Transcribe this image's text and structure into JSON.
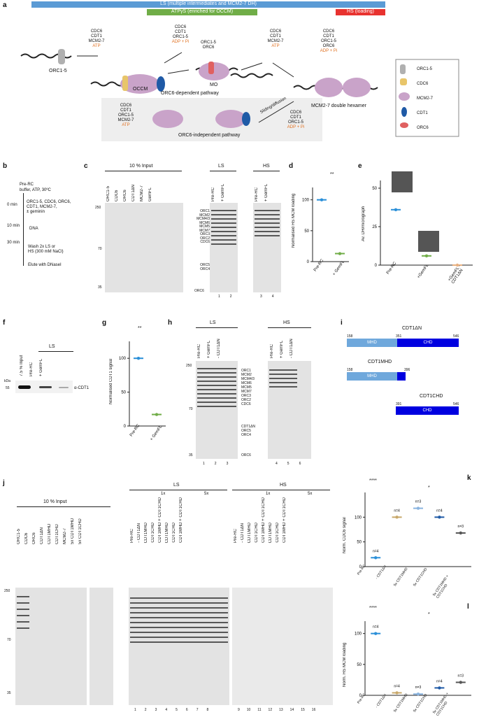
{
  "panel_a": {
    "letter": "a",
    "ls_bar": "LS (multiple intermediates and MCM2-7 DH)",
    "atp_bar": "ATPγS (enriched for OCCM)",
    "hs_bar": "HS (loading)",
    "orc": "ORC1-5",
    "step1": [
      "CDC6",
      "CDT1",
      "MCM2-7"
    ],
    "step1_nuc": "ATP",
    "occm": "OCCM",
    "step2": [
      "CDC6",
      "CDT1",
      "ORC1-5"
    ],
    "step2_nuc": "ADP + Pi",
    "step3": [
      "ORC1-5",
      "ORC6"
    ],
    "mo": "MO",
    "step4": [
      "CDC6",
      "CDT1",
      "MCM2-7"
    ],
    "step4_nuc": "ATP",
    "step5": [
      "CDC6",
      "CDT1",
      "ORC1-5",
      "ORC6"
    ],
    "step5_nuc": "ADP + Pi",
    "orc6_dep": "ORC6-dependent pathway",
    "orc6_indep": "ORC6-independent pathway",
    "indep_in": [
      "CDC6",
      "CDT1",
      "ORC1-5",
      "MCM2-7"
    ],
    "indep_in_nuc": "ATP",
    "slide": "Sliding/diffusion",
    "indep_out": [
      "CDC6",
      "CDT1",
      "ORC1-5"
    ],
    "indep_out_nuc": "ADP + Pi",
    "dh": "MCM2-7 double hexamer",
    "legend": [
      "ORC1-5",
      "CDC6",
      "MCM2-7",
      "CDT1",
      "ORC6"
    ],
    "colors": {
      "ls": "#5b9bd5",
      "atp": "#70ad47",
      "hs": "#e8322f",
      "orc": "#b0b0b0",
      "cdc6": "#e8c56a",
      "mcm": "#c9a3c9",
      "cdt1": "#1f5aa6",
      "orc6": "#e06060"
    }
  },
  "panel_b": {
    "letter": "b",
    "lines": [
      "Pre-RC",
      "buffer, ATP, 30ºC",
      "0 min",
      "ORC1-5, CDC6, ORC6,",
      "CDT1, MCM2-7,",
      "± geminin",
      "10 min",
      "DNA",
      "30 min",
      "Wash 2x LS or",
      "HS (300 mM NaCl)",
      "Elute with DNaseI"
    ]
  },
  "panel_c": {
    "letter": "c",
    "input": "10 % Input",
    "ls": "LS",
    "hs": "HS",
    "lanes_input": [
      "ORC1-5",
      "CDC6",
      "ORC6",
      "CDT1ΔN",
      "MCM2-7",
      "GemFL"
    ],
    "lanes_ls": [
      "Pre-RC",
      "+ GemFL"
    ],
    "lanes_hs": [
      "Pre-RC",
      "+ GemFL"
    ],
    "kda": [
      "250",
      "70",
      "35"
    ],
    "bands": [
      "ORC1",
      "MCM2",
      "MCM4/3",
      "MCM6",
      "MCM5",
      "MCM7",
      "ORC3",
      "ORC2",
      "CDC6",
      "ORC5",
      "ORC4",
      "ORC6"
    ],
    "lane_nums": [
      "1",
      "2",
      "3",
      "4"
    ]
  },
  "panel_d": {
    "letter": "d",
    "ylabel": "Normalised HS MCM loading",
    "sig": "**",
    "chart_data": {
      "type": "scatter",
      "categories": [
        "Pre-RC",
        "+ GemFL"
      ],
      "means": [
        100,
        13
      ],
      "ylim": [
        0,
        120
      ],
      "yticks": [
        "0",
        "50",
        "100"
      ]
    }
  },
  "panel_e": {
    "letter": "e",
    "ylabel": "Av. DH/micrograph",
    "chart_data": {
      "type": "scatter",
      "categories": [
        "Pre-RC",
        "+GemFL",
        "+GemFL -CDT1ΔN"
      ],
      "means": [
        36,
        6,
        0
      ],
      "ylim": [
        0,
        55
      ],
      "yticks": [
        "0",
        "25",
        "50"
      ]
    }
  },
  "panel_f": {
    "letter": "f",
    "lanes": [
      "7.5 % Input",
      "Pre-RC",
      "+ GemFL"
    ],
    "ls": "LS",
    "kda": "kDa",
    "kda55": "55",
    "blot": "α-CDT1"
  },
  "panel_g": {
    "letter": "g",
    "ylabel": "Normalised CDT1 signal",
    "sig": "**",
    "chart_data": {
      "type": "scatter",
      "categories": [
        "Pre-RC",
        "+ GemFL"
      ],
      "means": [
        100,
        17
      ],
      "ylim": [
        0,
        125
      ],
      "yticks": [
        "0",
        "50",
        "100"
      ]
    }
  },
  "panel_h": {
    "letter": "h",
    "ls": "LS",
    "hs": "HS",
    "lanes": [
      "Pre-RC",
      "+ GemFL",
      "- CDT1ΔN"
    ],
    "kda": [
      "250",
      "70",
      "35"
    ],
    "bands": [
      "ORC1",
      "MCM2",
      "MCM4/3",
      "MCM6",
      "MCM5",
      "MCM7",
      "ORC3",
      "ORC2",
      "CDC6",
      "CDT1ΔN",
      "ORC5",
      "ORC4",
      "ORC6"
    ],
    "lane_nums": [
      "1",
      "2",
      "3",
      "4",
      "5",
      "6"
    ]
  },
  "panel_i": {
    "letter": "i",
    "constructs": [
      {
        "name": "CDT1ΔN",
        "start": "158",
        "mid": "351",
        "end": "546",
        "d1": "MHD",
        "d2": "CHD"
      },
      {
        "name": "CDT1MHD",
        "start": "158",
        "end": "396",
        "d1": "MHD"
      },
      {
        "name": "CDT1CHD",
        "start": "391",
        "end": "546",
        "d2": "CHD"
      }
    ]
  },
  "panel_j": {
    "letter": "j",
    "input": "10 % Input",
    "ls": "LS",
    "hs": "HS",
    "x1": "1x",
    "x5": "5x",
    "lanes_input": [
      "ORC1-5",
      "CDC6",
      "ORC6",
      "CDT1ΔN",
      "CDT1MHD",
      "CDT1CHD",
      "MCM2-7",
      "5x CDT1MHD",
      "5x CDT1CHD"
    ],
    "lanes_ls": [
      "Pre-RC",
      "- CDT1ΔN",
      "CDT1MHD",
      "CDT1CHD",
      "CDT1MHD + CDT1CHD",
      "CDT1MHD",
      "CDT1CHD",
      "CDT1MHD + CDT1CHD"
    ],
    "kda": [
      "250",
      "70",
      "35"
    ],
    "lane_nums": [
      "1",
      "2",
      "3",
      "4",
      "5",
      "6",
      "7",
      "8",
      "9",
      "10",
      "11",
      "12",
      "13",
      "14",
      "15",
      "16"
    ]
  },
  "panel_k": {
    "letter": "k",
    "ylabel": "Norm. CDC6 signal",
    "sig1": "****",
    "sig2": "*",
    "ns": [
      "n=4",
      "n=4",
      "n=3",
      "n=4",
      "n=3"
    ],
    "chart_data": {
      "type": "scatter",
      "categories": [
        "Pre-RC",
        "- CDT1ΔN",
        "5x CDT1MHD",
        "5x CDT1CHD",
        "5x CDT1MHD + CDT1CHD"
      ],
      "means": [
        18,
        100,
        118,
        100,
        68
      ],
      "ylim": [
        0,
        150
      ],
      "yticks": [
        "0",
        "50",
        "100"
      ]
    }
  },
  "panel_l": {
    "letter": "l",
    "ylabel": "Norm. HS MCM loading",
    "sig1": "****",
    "sig2": "*",
    "ns": [
      "n=4",
      "n=4",
      "n=3",
      "n=4",
      "n=3"
    ],
    "chart_data": {
      "type": "scatter",
      "categories": [
        "Pre-RC",
        "- CDT1ΔN",
        "5x CDT1MHD",
        "5x CDT1CHD",
        "5x CDT1MHD + CDT1CHD"
      ],
      "means": [
        100,
        4,
        2,
        12,
        21
      ],
      "ylim": [
        0,
        120
      ],
      "yticks": [
        "0",
        "50",
        "100"
      ]
    }
  }
}
